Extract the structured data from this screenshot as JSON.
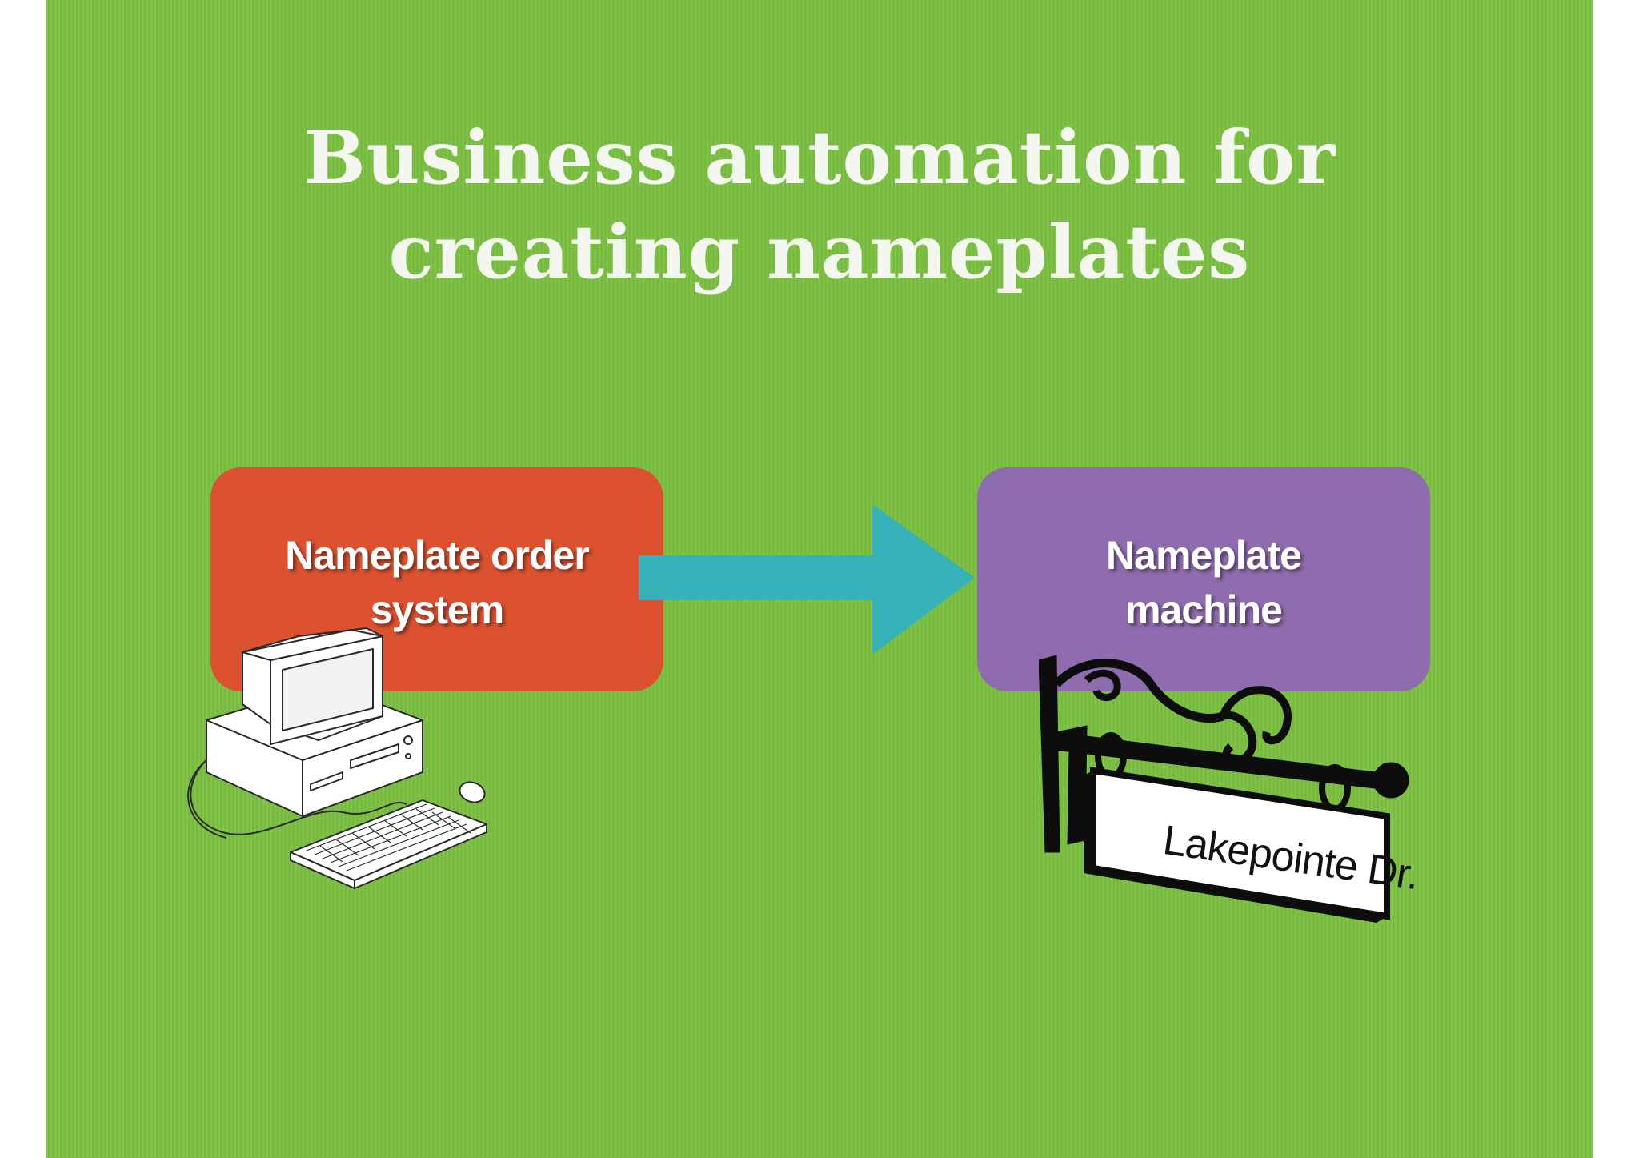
{
  "title": {
    "line1": "Business automation for",
    "line2": "creating nameplates"
  },
  "nodes": {
    "order_system": {
      "line1": "Nameplate order",
      "line2": "system",
      "color": "#dc5230"
    },
    "machine": {
      "line1": "Nameplate",
      "line2": "machine",
      "color": "#8f6cad"
    }
  },
  "arrow": {
    "color": "#36b2b8"
  },
  "sign": {
    "text": "Lakepointe Dr."
  },
  "background": {
    "color": "#7cc242"
  },
  "icons": [
    "desktop-computer-icon",
    "hanging-street-sign-icon"
  ]
}
